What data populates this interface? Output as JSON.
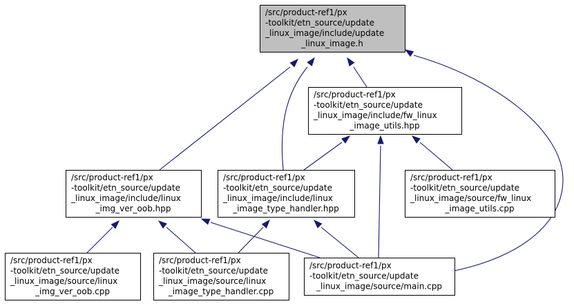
{
  "graph": {
    "nodes": [
      {
        "id": "n0",
        "root": true,
        "lines": [
          "/src/product-ref1/px",
          "-toolkit/etn_source/update",
          "_linux_image/include/update",
          "_linux_image.h"
        ]
      },
      {
        "id": "n1",
        "root": false,
        "lines": [
          "/src/product-ref1/px",
          "-toolkit/etn_source/update",
          "_linux_image/include/fw_linux",
          "_image_utils.hpp"
        ]
      },
      {
        "id": "n2",
        "root": false,
        "lines": [
          "/src/product-ref1/px",
          "-toolkit/etn_source/update",
          "_linux_image/include/linux",
          "_img_ver_oob.hpp"
        ]
      },
      {
        "id": "n3",
        "root": false,
        "lines": [
          "/src/product-ref1/px",
          "-toolkit/etn_source/update",
          "_linux_image/include/linux",
          "_image_type_handler.hpp"
        ]
      },
      {
        "id": "n4",
        "root": false,
        "lines": [
          "/src/product-ref1/px",
          "-toolkit/etn_source/update",
          "_linux_image/source/fw_linux",
          "_image_utils.cpp"
        ]
      },
      {
        "id": "n5",
        "root": false,
        "lines": [
          "/src/product-ref1/px",
          "-toolkit/etn_source/update",
          "_linux_image/source/linux",
          "_img_ver_oob.cpp"
        ]
      },
      {
        "id": "n6",
        "root": false,
        "lines": [
          "/src/product-ref1/px",
          "-toolkit/etn_source/update",
          "_linux_image/source/linux",
          "_image_type_handler.cpp"
        ]
      },
      {
        "id": "n7",
        "root": false,
        "lines": [
          "/src/product-ref1/px",
          "-toolkit/etn_source/update",
          "_linux_image/source/main.cpp"
        ]
      }
    ],
    "edges": [
      {
        "from": "n1",
        "to": "n0"
      },
      {
        "from": "n2",
        "to": "n0"
      },
      {
        "from": "n3",
        "to": "n0"
      },
      {
        "from": "n7",
        "to": "n0"
      },
      {
        "from": "n3",
        "to": "n1"
      },
      {
        "from": "n4",
        "to": "n1"
      },
      {
        "from": "n7",
        "to": "n1"
      },
      {
        "from": "n5",
        "to": "n2"
      },
      {
        "from": "n6",
        "to": "n2"
      },
      {
        "from": "n7",
        "to": "n2"
      },
      {
        "from": "n6",
        "to": "n3"
      },
      {
        "from": "n7",
        "to": "n3"
      }
    ],
    "colors": {
      "edge": "#191970",
      "root_fill": "#bfbfbf",
      "node_fill": "#ffffff",
      "border": "#000000"
    }
  }
}
